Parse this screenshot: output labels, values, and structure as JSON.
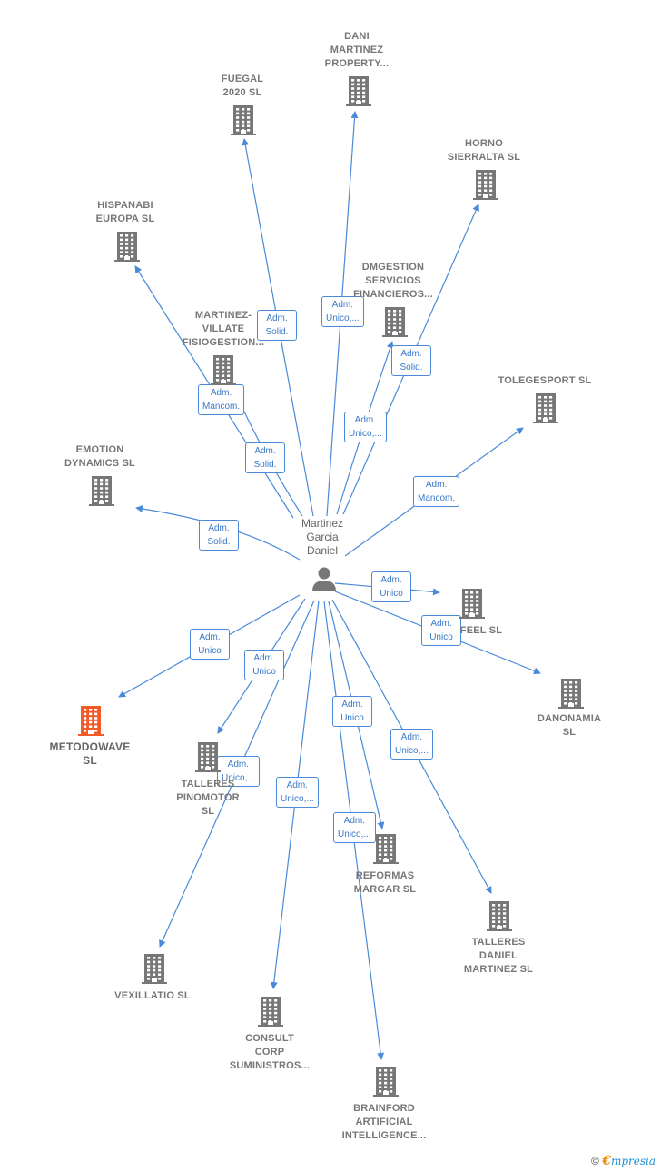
{
  "center": {
    "label": "Martinez\nGarcia\nDaniel"
  },
  "colors": {
    "edge": "#4a8ad8",
    "building": "#777777",
    "highlight": "#f25a28"
  },
  "companies": [
    {
      "id": "dani",
      "label": "DANI\nMARTINEZ\nPROPERTY..."
    },
    {
      "id": "fuegal",
      "label": "FUEGAL\n2020  SL"
    },
    {
      "id": "horno",
      "label": "HORNO\nSIERRALTA SL"
    },
    {
      "id": "hispanabi",
      "label": "HISPANABI\nEUROPA  SL"
    },
    {
      "id": "dmgestion",
      "label": "DMGESTION\nSERVICIOS\nFINANCIEROS..."
    },
    {
      "id": "martinez_villate",
      "label": "MARTINEZ-\nVILLATE\nFISIOGESTION..."
    },
    {
      "id": "tolegesport",
      "label": "TOLEGESPORT SL"
    },
    {
      "id": "emotion",
      "label": "EMOTION\nDYNAMICS  SL"
    },
    {
      "id": "feel",
      "label": "FEEL SL"
    },
    {
      "id": "danonamia",
      "label": "DANONAMIA\nSL"
    },
    {
      "id": "metodowave",
      "label": "METODOWAVE\nSL",
      "highlight": true
    },
    {
      "id": "talleres_pinomotor",
      "label": "TALLERES\nPINOMOTOR\nSL"
    },
    {
      "id": "reformas",
      "label": "REFORMAS\nMARGAR  SL"
    },
    {
      "id": "talleres_daniel",
      "label": "TALLERES\nDANIEL\nMARTINEZ SL"
    },
    {
      "id": "vexillatio",
      "label": "VEXILLATIO  SL"
    },
    {
      "id": "consult",
      "label": "CONSULT\nCORP\nSUMINISTROS..."
    },
    {
      "id": "brainford",
      "label": "BRAINFORD\nARTIFICIAL\nINTELLIGENCE..."
    }
  ],
  "relations": [
    {
      "target": "fuegal",
      "role": "Adm.\nSolid."
    },
    {
      "target": "dani",
      "role": "Adm.\nUnico,..."
    },
    {
      "target": "horno",
      "role": "Adm.\nSolid."
    },
    {
      "target": "dmgestion",
      "role": "Adm.\nUnico,..."
    },
    {
      "target": "hispanabi",
      "role": "Adm.\nMancom."
    },
    {
      "target": "martinez_villate",
      "role": "Adm.\nSolid."
    },
    {
      "target": "emotion",
      "role": "Adm.\nSolid."
    },
    {
      "target": "tolegesport",
      "role": "Adm.\nMancom."
    },
    {
      "target": "feel",
      "role": "Adm.\nUnico"
    },
    {
      "target": "danonamia",
      "role": "Adm.\nUnico"
    },
    {
      "target": "metodowave",
      "role": "Adm.\nUnico"
    },
    {
      "target": "talleres_pinomotor",
      "role": "Adm.\nUnico"
    },
    {
      "target": "vexillatio",
      "role": "Adm.\nUnico,..."
    },
    {
      "target": "consult",
      "role": "Adm.\nUnico,..."
    },
    {
      "target": "reformas",
      "role": "Adm.\nUnico"
    },
    {
      "target": "talleres_daniel",
      "role": "Adm.\nUnico,..."
    },
    {
      "target": "brainford",
      "role": "Adm.\nUnico,..."
    }
  ],
  "footer": {
    "copyright": "©",
    "brand_initial": "€",
    "brand_rest": "mpresia"
  }
}
